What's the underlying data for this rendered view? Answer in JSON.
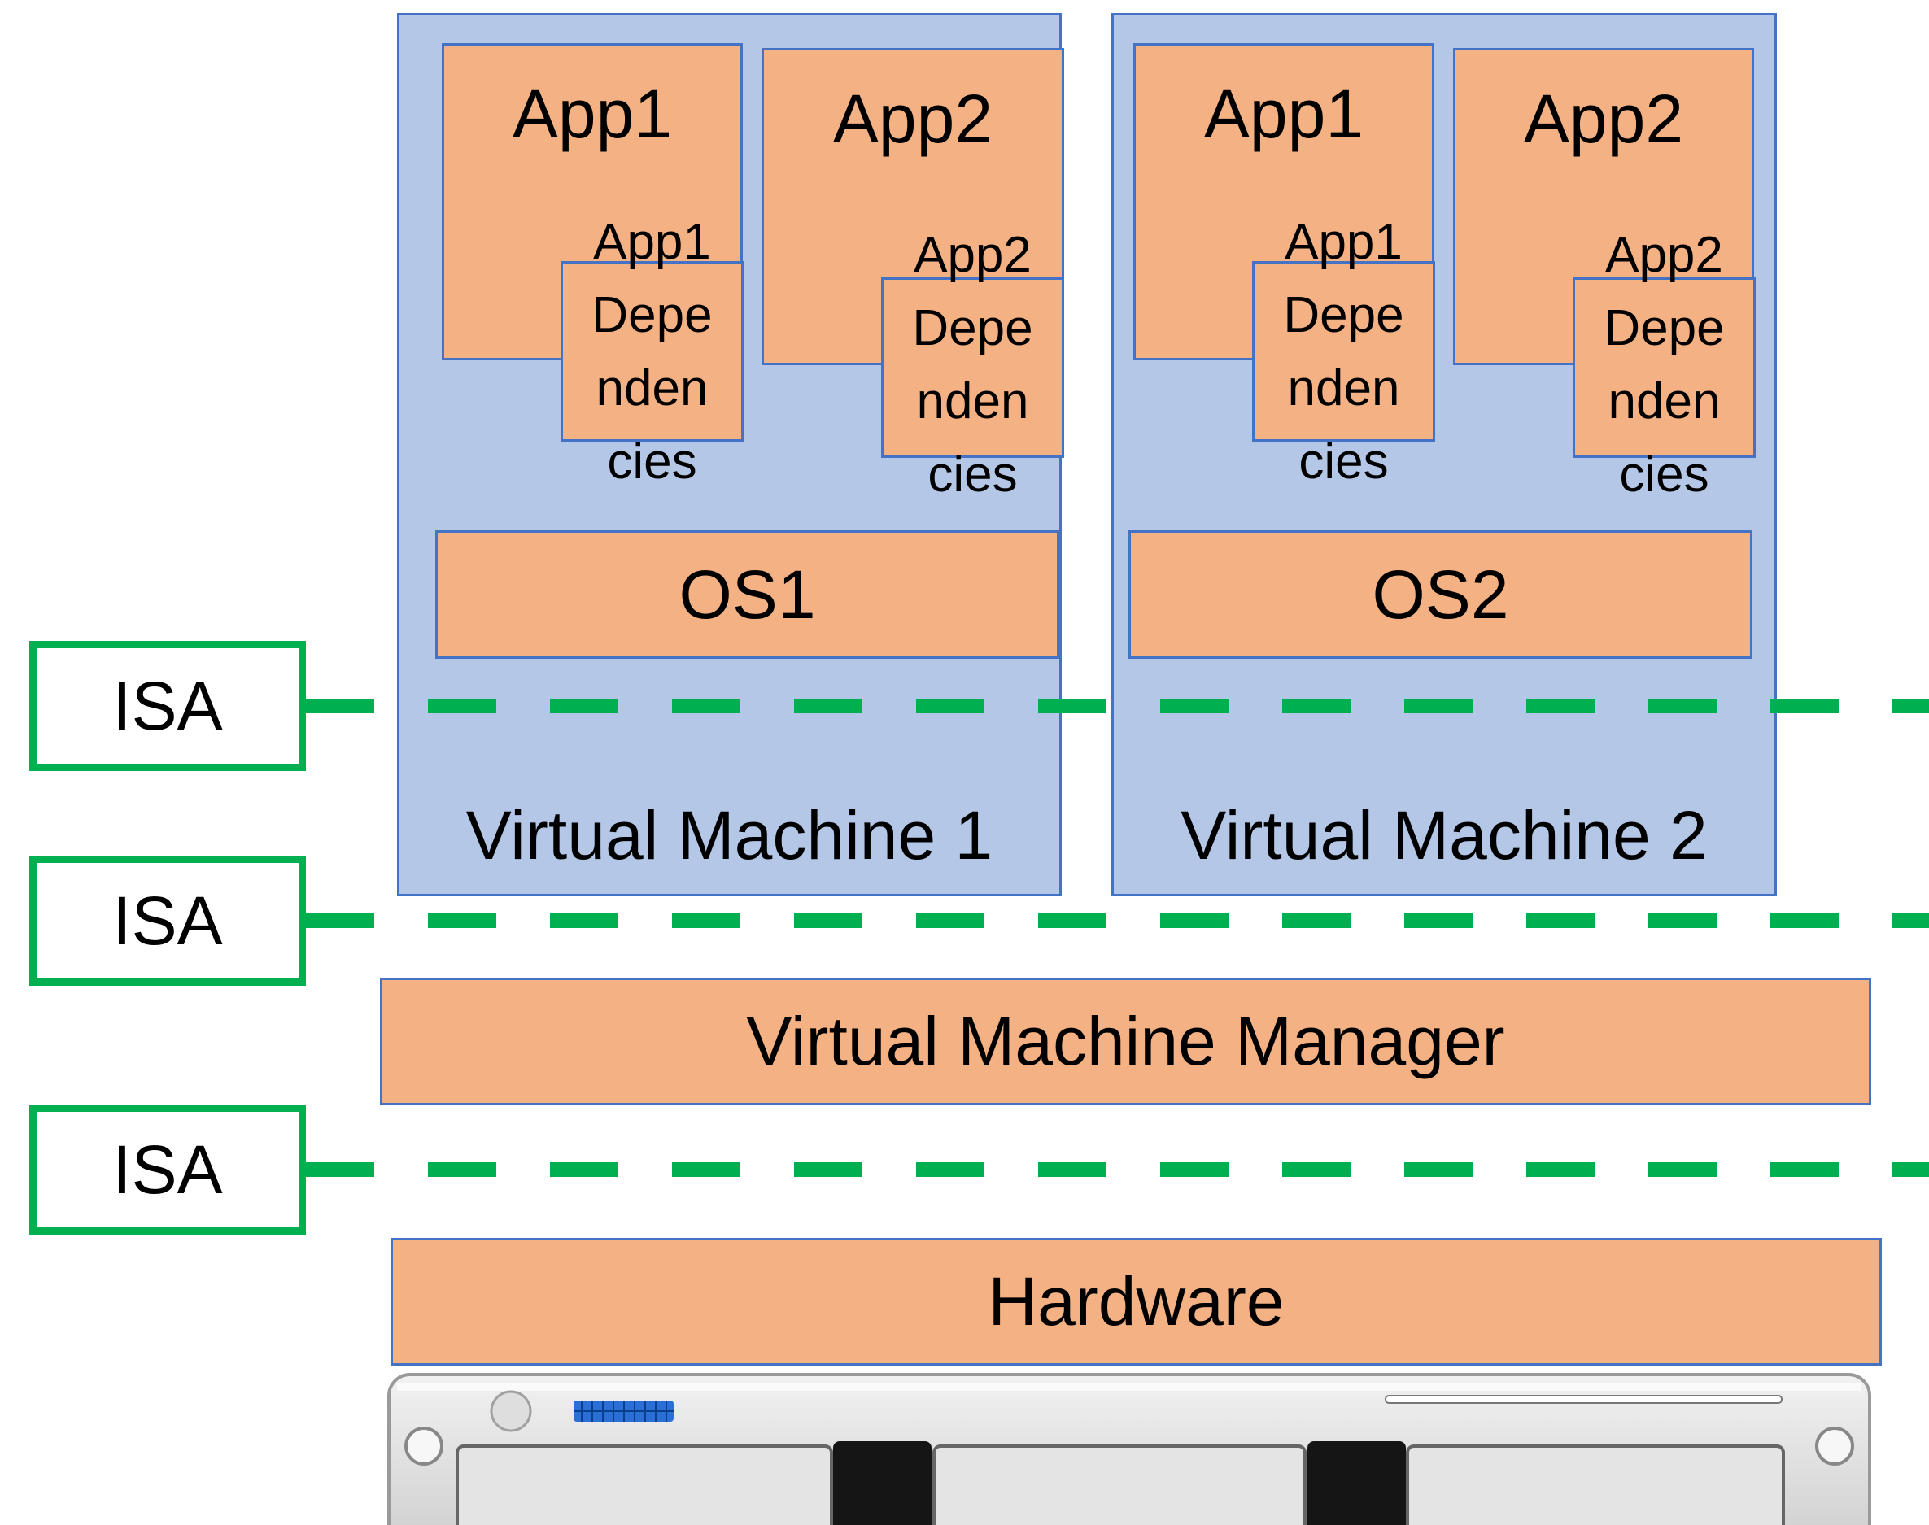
{
  "vms": [
    {
      "label": "Virtual Machine 1",
      "apps": [
        {
          "label": "App1",
          "dep_line1": "App1",
          "dep_line2": "Depe",
          "dep_line3": "nden",
          "dep_line4": "cies"
        },
        {
          "label": "App2",
          "dep_line1": "App2",
          "dep_line2": "Depe",
          "dep_line3": "nden",
          "dep_line4": "cies"
        }
      ],
      "os": "OS1"
    },
    {
      "label": "Virtual Machine 2",
      "apps": [
        {
          "label": "App1",
          "dep_line1": "App1",
          "dep_line2": "Depe",
          "dep_line3": "nden",
          "dep_line4": "cies"
        },
        {
          "label": "App2",
          "dep_line1": "App2",
          "dep_line2": "Depe",
          "dep_line3": "nden",
          "dep_line4": "cies"
        }
      ],
      "os": "OS2"
    }
  ],
  "vmm_label": "Virtual Machine Manager",
  "hardware_label": "Hardware",
  "isa_labels": [
    "ISA",
    "ISA",
    "ISA"
  ],
  "colors": {
    "vm_fill": "#b4c7e7",
    "box_fill": "#f4b183",
    "border_blue": "#4472c4",
    "isa_green": "#00b050"
  },
  "icons": [
    "server-rack-icon"
  ]
}
